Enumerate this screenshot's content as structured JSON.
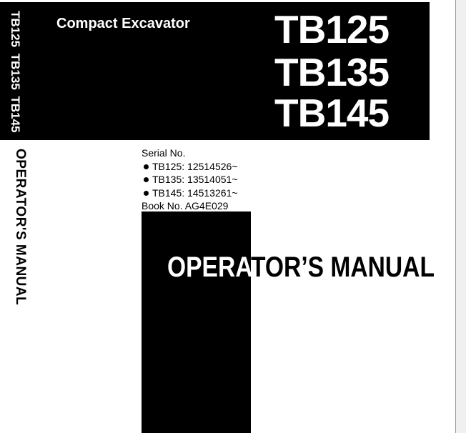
{
  "header": {
    "spine_models": "TB125  TB135  TB145",
    "subtitle": "Compact Excavator",
    "models": [
      "TB125",
      "TB135",
      "TB145"
    ]
  },
  "spine": {
    "title": "OPERATOR'S MANUAL"
  },
  "serial": {
    "label": "Serial No.",
    "entries": [
      "TB125: 12514526~",
      "TB135: 13514051~",
      "TB145: 14513261~"
    ],
    "book_no": "Book No. AG4E029"
  },
  "manual": {
    "title_part1": "OPERA",
    "title_part2": "TOR’S MANUAL"
  },
  "colors": {
    "band": "#000000",
    "text_on_band": "#ffffff",
    "text": "#000000"
  }
}
